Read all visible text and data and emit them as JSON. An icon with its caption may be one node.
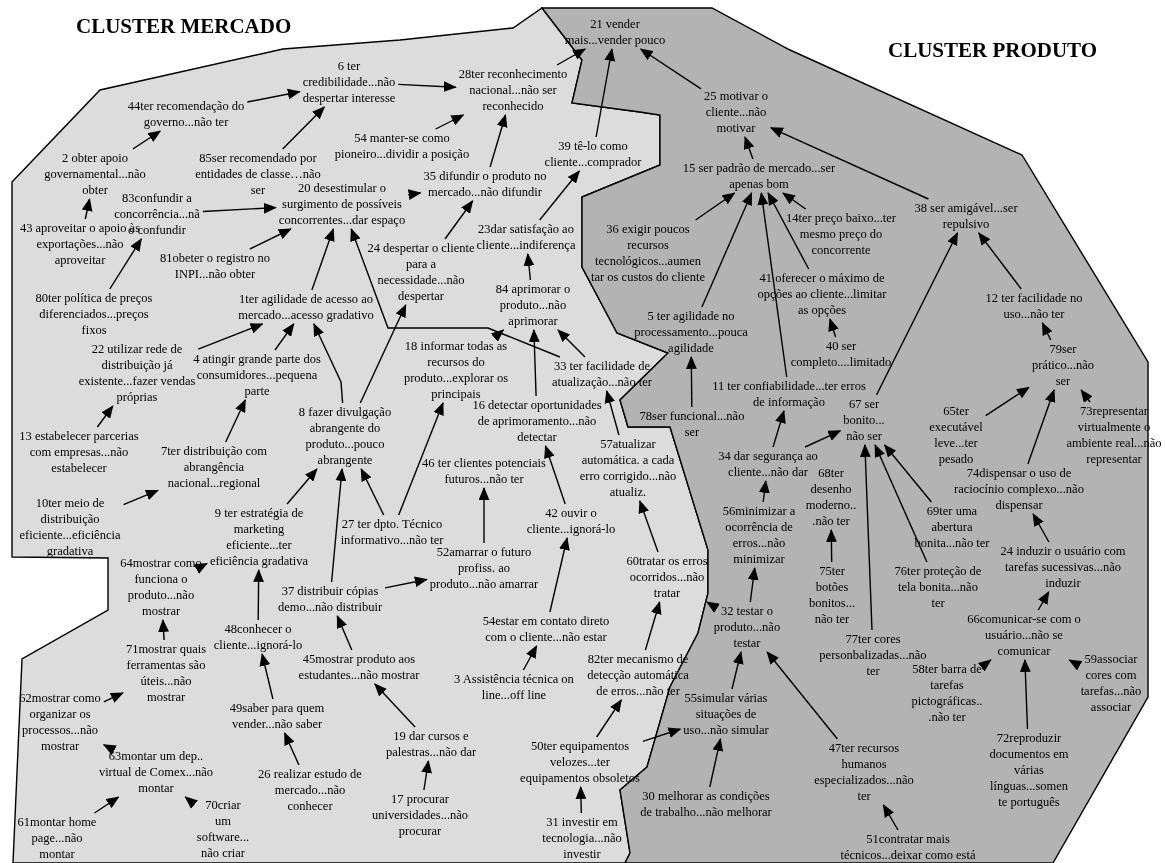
{
  "diagram": {
    "nodes": [
      {
        "text": [
          "CLUSTER MERCADO"
        ]
      },
      {
        "text": [
          "6 ter credibilidade...não despertar interesse"
        ],
        "in": 0
      },
      {
        "text": [
          "44ter recomendação do governo...não ter"
        ],
        "in": 0
      },
      {
        "text": [
          "85ser recomendado por entidades de classe…não ser"
        ],
        "in": 0
      },
      {
        "text": [
          "2 obter apoio governamental...não obter"
        ],
        "in": 0
      },
      {
        "text": [
          "83confundir a concorrência...nã o confundir"
        ],
        "in": 0
      },
      {
        "text": [
          "20 desestimular o surgimento de possíveis concorrentes...dar espaço"
        ],
        "in": 0
      },
      {
        "text": [
          "54 manter-se como pioneiro...dividir a posição"
        ],
        "in": 0
      },
      {
        "text": [
          "28ter reconhecimento nacional...não ser reconhecido"
        ],
        "in": 0
      },
      {
        "text": [
          "35 difundir o produto no mercado...não difundir"
        ],
        "in": 0
      },
      {
        "text": [
          "39 tê-lo como cliente...comprador"
        ],
        "in": 0
      },
      {
        "text": [
          "43 aproveitar o apoio às exportações...não aproveitar"
        ],
        "in": 0
      },
      {
        "text": [
          "81obeter o registro no INPI...não obter"
        ],
        "in": 0
      },
      {
        "text": [
          "24 despertar o cliente para a necessidade...não despertar"
        ],
        "in": 0
      },
      {
        "text": [
          "23dar satisfação ao cliente...indiferença"
        ],
        "in": 0
      },
      {
        "text": [
          "80ter política de preços diferenciados...preços fixos"
        ],
        "in": 0
      },
      {
        "text": [
          "1ter agilidade de acesso ao mercado...acesso gradativo"
        ],
        "in": 0
      },
      {
        "text": [
          "84 aprimorar o produto...não aprimorar"
        ],
        "in": 0
      },
      {
        "text": [
          "22 utilizar rede de distribuição já existente...fazer vendas próprias"
        ],
        "in": 0
      },
      {
        "text": [
          "4 atingir grande parte dos consumidores...pequena parte"
        ],
        "in": 0
      },
      {
        "text": [
          "18 informar todas as recursos do produto...explorar os principais"
        ],
        "in": 0
      },
      {
        "text": [
          "33 ter facilidade de atualização...não ter"
        ],
        "in": 0
      },
      {
        "text": [
          "13 estabelecer parcerias com empresas...não estabelecer"
        ],
        "in": 0
      },
      {
        "text": [
          "16 detectar oportunidades de aprimoramento...não detectar"
        ],
        "in": 0
      },
      {
        "text": [
          "8 fazer divulgação abrangente do produto...pouco abrangente"
        ],
        "in": 0
      },
      {
        "text": [
          "7ter distribuição com abrangência nacional...regional"
        ],
        "in": 0
      },
      {
        "text": [
          "46 ter clientes potenciais futuros...não ter"
        ],
        "in": 0
      },
      {
        "text": [
          "10ter meio de distribuição eficiente...eficiência gradativa"
        ],
        "in": 0
      },
      {
        "text": [
          "57atualizar automática. a cada erro corrigido...não atualiz."
        ],
        "in": 0
      },
      {
        "text": [
          "9 ter estratégia de marketing eficiente...ter eficiência gradativa"
        ],
        "in": 0
      },
      {
        "text": [
          "27 ter dpto. Técnico informativo...não ter"
        ],
        "in": 0
      },
      {
        "text": [
          "42 ouvir o cliente...ignorá-lo"
        ],
        "in": 0
      },
      {
        "text": [
          "52amarrar o futuro profiss. ao produto...não amarrar"
        ],
        "in": 0
      },
      {
        "text": [
          "64mostrar como funciona o produto...não mostrar"
        ],
        "in": 0
      },
      {
        "text": [
          "37 distribuir cópias demo...não distribuir"
        ],
        "in": 0
      },
      {
        "text": [
          "60tratar os erros ocorridos...não tratar"
        ],
        "in": 0
      },
      {
        "text": [
          "48conhecer o cliente...ignorá-lo"
        ],
        "in": 0
      },
      {
        "text": [
          "71mostrar quais ferramentas são úteis...não mostrar"
        ],
        "in": 0
      },
      {
        "text": [
          "45mostrar produto aos estudantes...não mostrar"
        ],
        "in": 0
      },
      {
        "text": [
          "54estar em contato direto com o cliente...não estar"
        ],
        "in": 0
      },
      {
        "text": [
          "62mostrar como organizar os processos...não mostrar"
        ],
        "in": 0
      },
      {
        "text": [
          "3 Assistência técnica on line...off line"
        ],
        "in": 0
      },
      {
        "text": [
          "82ter mecanismo de detecção automática de erros...não ter"
        ],
        "in": 0
      },
      {
        "text": [
          "49saber para quem vender...não saber"
        ],
        "in": 0
      },
      {
        "text": [
          "19 dar cursos e palestras...não dar"
        ],
        "in": 0
      },
      {
        "text": [
          "63montar um dep.. virtual de Comex...não montar"
        ],
        "in": 0
      },
      {
        "text": [
          "26 realizar estudo de mercado...não conhecer"
        ],
        "in": 0
      },
      {
        "text": [
          "50ter equipamentos velozes...ter equipamentos obsoletos"
        ],
        "in": 0
      },
      {
        "text": [
          "17 procurar universidades...não procurar"
        ],
        "in": 0
      },
      {
        "text": [
          "61montar home page...não montar"
        ],
        "in": 0
      },
      {
        "text": [
          "70criar um software... não criar"
        ],
        "in": 0
      },
      {
        "text": [
          "31 investir em tecnologia...não investir"
        ],
        "in": 0
      },
      {
        "text": [
          "CLUSTER PRODUTO"
        ]
      },
      {
        "text": [
          "21 vender mais...vender pouco"
        ],
        "in": 52
      },
      {
        "text": [
          "25 motivar o cliente...não motivar"
        ],
        "in": 52
      },
      {
        "text": [
          "15 ser padrão de mercado...ser apenas bom"
        ],
        "in": 52
      },
      {
        "text": [
          "38 ser amigável...ser repulsivo"
        ],
        "in": 52
      },
      {
        "text": [
          "36 exigir poucos recursos tecnológicos...aumen tar os custos do cliente"
        ],
        "in": 52
      },
      {
        "text": [
          "14ter preço baixo...ter mesmo preço do concorrente"
        ],
        "in": 52
      },
      {
        "text": [
          "41 oferecer o máximo de opções ao cliente...limitar as opções"
        ],
        "in": 52
      },
      {
        "text": [
          "12 ter facilidade no uso...não ter"
        ],
        "in": 52
      },
      {
        "text": [
          "5 ter agilidade no processamento...pouca agilidade"
        ],
        "in": 52
      },
      {
        "text": [
          "40 ser completo....limitado"
        ],
        "in": 52
      },
      {
        "text": [
          "79ser prático...não ser"
        ],
        "in": 52
      },
      {
        "text": [
          "11 ter confiabilidade...ter erros de informação"
        ],
        "in": 52
      },
      {
        "text": [
          "78ser funcional...não ser"
        ],
        "in": 52
      },
      {
        "text": [
          "67 ser bonito... não ser"
        ],
        "in": 52
      },
      {
        "text": [
          "65ter executável leve...ter pesado"
        ],
        "in": 52
      },
      {
        "text": [
          "73representar virtualmente o ambiente real...não representar"
        ],
        "in": 52
      },
      {
        "text": [
          "34 dar segurança ao cliente...não dar"
        ],
        "in": 52
      },
      {
        "text": [
          "68ter desenho moderno.. .não ter"
        ],
        "in": 52
      },
      {
        "text": [
          "74dispensar o uso de raciocínio complexo...não dispensar"
        ],
        "in": 52
      },
      {
        "text": [
          "56minimizar a ocorrência de erros...não minimizar"
        ],
        "in": 52
      },
      {
        "text": [
          "69ter uma abertura bonita...não ter"
        ],
        "in": 52
      },
      {
        "text": [
          "75ter botões bonitos... não ter"
        ],
        "in": 52
      },
      {
        "text": [
          "76ter proteção de tela bonita...não ter"
        ],
        "in": 52
      },
      {
        "text": [
          "24 induzir o usuário com tarefas sucessivas...não induzir"
        ],
        "in": 52
      },
      {
        "text": [
          "32 testar o produto...não testar"
        ],
        "in": 52
      },
      {
        "text": [
          "77ter cores personbalizadas...não ter"
        ],
        "in": 52
      },
      {
        "text": [
          "66comunicar-se com o usuário...não se comunicar"
        ],
        "in": 52
      },
      {
        "text": [
          "58ter barra de tarefas pictográficas.. .não ter"
        ],
        "in": 52
      },
      {
        "text": [
          "59associar cores com tarefas...não associar"
        ],
        "in": 52
      },
      {
        "text": [
          "55simular várias situações de uso...não simular"
        ],
        "in": 52
      },
      {
        "text": [
          "72reproduzir documentos em várias línguas...somen te português"
        ],
        "in": 52
      },
      {
        "text": [
          "30 melhorar as condições de trabalho...não melhorar"
        ],
        "in": 52
      },
      {
        "text": [
          "47ter recursos humanos especializados...não ter"
        ],
        "in": 52
      },
      {
        "text": [
          "51contratar mais técnicos...deixar como está"
        ],
        "in": 52
      }
    ],
    "edges": [
      {
        "from": 2,
        "to": 1,
        "arrow": "to"
      },
      {
        "from": 3,
        "to": 1,
        "arrow": "to"
      },
      {
        "from": 4,
        "to": 2,
        "arrow": "to"
      },
      {
        "from": 11,
        "to": 4,
        "arrow": "to"
      },
      {
        "from": 5,
        "to": 6,
        "arrow": "to"
      },
      {
        "from": 15,
        "to": 5,
        "arrow": "to"
      },
      {
        "from": 12,
        "to": 6,
        "arrow": "to"
      },
      {
        "from": 16,
        "to": 6,
        "arrow": "to"
      },
      {
        "from": 21,
        "to": 6,
        "arrow": "to"
      },
      {
        "from": 18,
        "to": 16,
        "arrow": "to"
      },
      {
        "from": 22,
        "to": 18,
        "arrow": "to"
      },
      {
        "from": 27,
        "to": 25,
        "arrow": "to"
      },
      {
        "from": 25,
        "to": 19,
        "arrow": "to"
      },
      {
        "from": 19,
        "to": 16,
        "arrow": "to"
      },
      {
        "from": 24,
        "to": 16,
        "arrow": "to"
      },
      {
        "from": 24,
        "to": 13,
        "arrow": "to"
      },
      {
        "from": 30,
        "to": 24,
        "arrow": "to"
      },
      {
        "from": 30,
        "to": 20,
        "arrow": "to"
      },
      {
        "from": 34,
        "to": 24,
        "arrow": "to"
      },
      {
        "from": 34,
        "to": 32,
        "arrow": "to"
      },
      {
        "from": 29,
        "to": 24,
        "arrow": "to"
      },
      {
        "from": 33,
        "to": 29,
        "arrow": "to"
      },
      {
        "from": 37,
        "to": 33,
        "arrow": "to"
      },
      {
        "from": 36,
        "to": 29,
        "arrow": "to"
      },
      {
        "from": 40,
        "to": 37,
        "arrow": "to"
      },
      {
        "from": 43,
        "to": 36,
        "arrow": "to"
      },
      {
        "from": 46,
        "to": 43,
        "arrow": "to"
      },
      {
        "from": 38,
        "to": 34,
        "arrow": "to"
      },
      {
        "from": 44,
        "to": 38,
        "arrow": "to"
      },
      {
        "from": 48,
        "to": 44,
        "arrow": "to"
      },
      {
        "from": 45,
        "to": 40,
        "arrow": "to"
      },
      {
        "from": 49,
        "to": 45,
        "arrow": "to"
      },
      {
        "from": 50,
        "to": 45,
        "arrow": "to"
      },
      {
        "from": 20,
        "to": 17,
        "arrow": "to"
      },
      {
        "from": 13,
        "to": 9,
        "arrow": "to"
      },
      {
        "from": 6,
        "to": 9,
        "arrow": "to"
      },
      {
        "from": 9,
        "to": 8,
        "arrow": "to"
      },
      {
        "from": 1,
        "to": 8,
        "arrow": "to"
      },
      {
        "from": 7,
        "to": 8,
        "arrow": "to"
      },
      {
        "from": 8,
        "to": 53,
        "arrow": "to"
      },
      {
        "from": 14,
        "to": 10,
        "arrow": "to"
      },
      {
        "from": 10,
        "to": 53,
        "arrow": "to"
      },
      {
        "from": 54,
        "to": 53,
        "arrow": "to"
      },
      {
        "from": 55,
        "to": 54,
        "arrow": "to"
      },
      {
        "from": 56,
        "to": 54,
        "arrow": "to"
      },
      {
        "from": 57,
        "to": 55,
        "arrow": "to"
      },
      {
        "from": 58,
        "to": 55,
        "arrow": "to"
      },
      {
        "from": 59,
        "to": 55,
        "arrow": "to"
      },
      {
        "from": 62,
        "to": 59,
        "arrow": "to"
      },
      {
        "from": 64,
        "to": 55,
        "arrow": "to"
      },
      {
        "from": 61,
        "to": 55,
        "arrow": "to"
      },
      {
        "from": 65,
        "to": 61,
        "arrow": "to"
      },
      {
        "from": 21,
        "to": 17,
        "arrow": "to"
      },
      {
        "from": 28,
        "to": 21,
        "arrow": "to"
      },
      {
        "from": 23,
        "to": 17,
        "arrow": "to"
      },
      {
        "from": 17,
        "to": 14,
        "arrow": "to"
      },
      {
        "from": 31,
        "to": 23,
        "arrow": "to"
      },
      {
        "from": 32,
        "to": 26,
        "arrow": "to"
      },
      {
        "from": 39,
        "to": 31,
        "arrow": "to"
      },
      {
        "from": 41,
        "to": 39,
        "arrow": "to"
      },
      {
        "from": 35,
        "to": 28,
        "arrow": "to"
      },
      {
        "from": 42,
        "to": 35,
        "arrow": "to"
      },
      {
        "from": 77,
        "to": 35,
        "arrow": "to"
      },
      {
        "from": 47,
        "to": 42,
        "arrow": "to"
      },
      {
        "from": 47,
        "to": 82,
        "arrow": "to"
      },
      {
        "from": 51,
        "to": 47,
        "arrow": "to"
      },
      {
        "from": 84,
        "to": 82,
        "arrow": "to"
      },
      {
        "from": 82,
        "to": 77,
        "arrow": "to"
      },
      {
        "from": 77,
        "to": 72,
        "arrow": "to"
      },
      {
        "from": 72,
        "to": 69,
        "arrow": "to"
      },
      {
        "from": 69,
        "to": 64,
        "arrow": "to"
      },
      {
        "from": 69,
        "to": 66,
        "arrow": "to"
      },
      {
        "from": 66,
        "to": 56,
        "arrow": "to"
      },
      {
        "from": 60,
        "to": 56,
        "arrow": "to"
      },
      {
        "from": 63,
        "to": 60,
        "arrow": "to"
      },
      {
        "from": 67,
        "to": 63,
        "arrow": "to"
      },
      {
        "from": 68,
        "to": 63,
        "arrow": "to"
      },
      {
        "from": 71,
        "to": 63,
        "arrow": "to"
      },
      {
        "from": 76,
        "to": 71,
        "arrow": "to"
      },
      {
        "from": 79,
        "to": 76,
        "arrow": "to"
      },
      {
        "from": 80,
        "to": 79,
        "arrow": "to"
      },
      {
        "from": 83,
        "to": 79,
        "arrow": "to"
      },
      {
        "from": 81,
        "to": 79,
        "arrow": "to"
      },
      {
        "from": 74,
        "to": 70,
        "arrow": "to"
      },
      {
        "from": 78,
        "to": 66,
        "arrow": "to"
      },
      {
        "from": 75,
        "to": 66,
        "arrow": "to"
      },
      {
        "from": 73,
        "to": 66,
        "arrow": "to"
      },
      {
        "from": 85,
        "to": 77,
        "arrow": "to"
      },
      {
        "from": 86,
        "to": 85,
        "arrow": "to"
      }
    ]
  }
}
